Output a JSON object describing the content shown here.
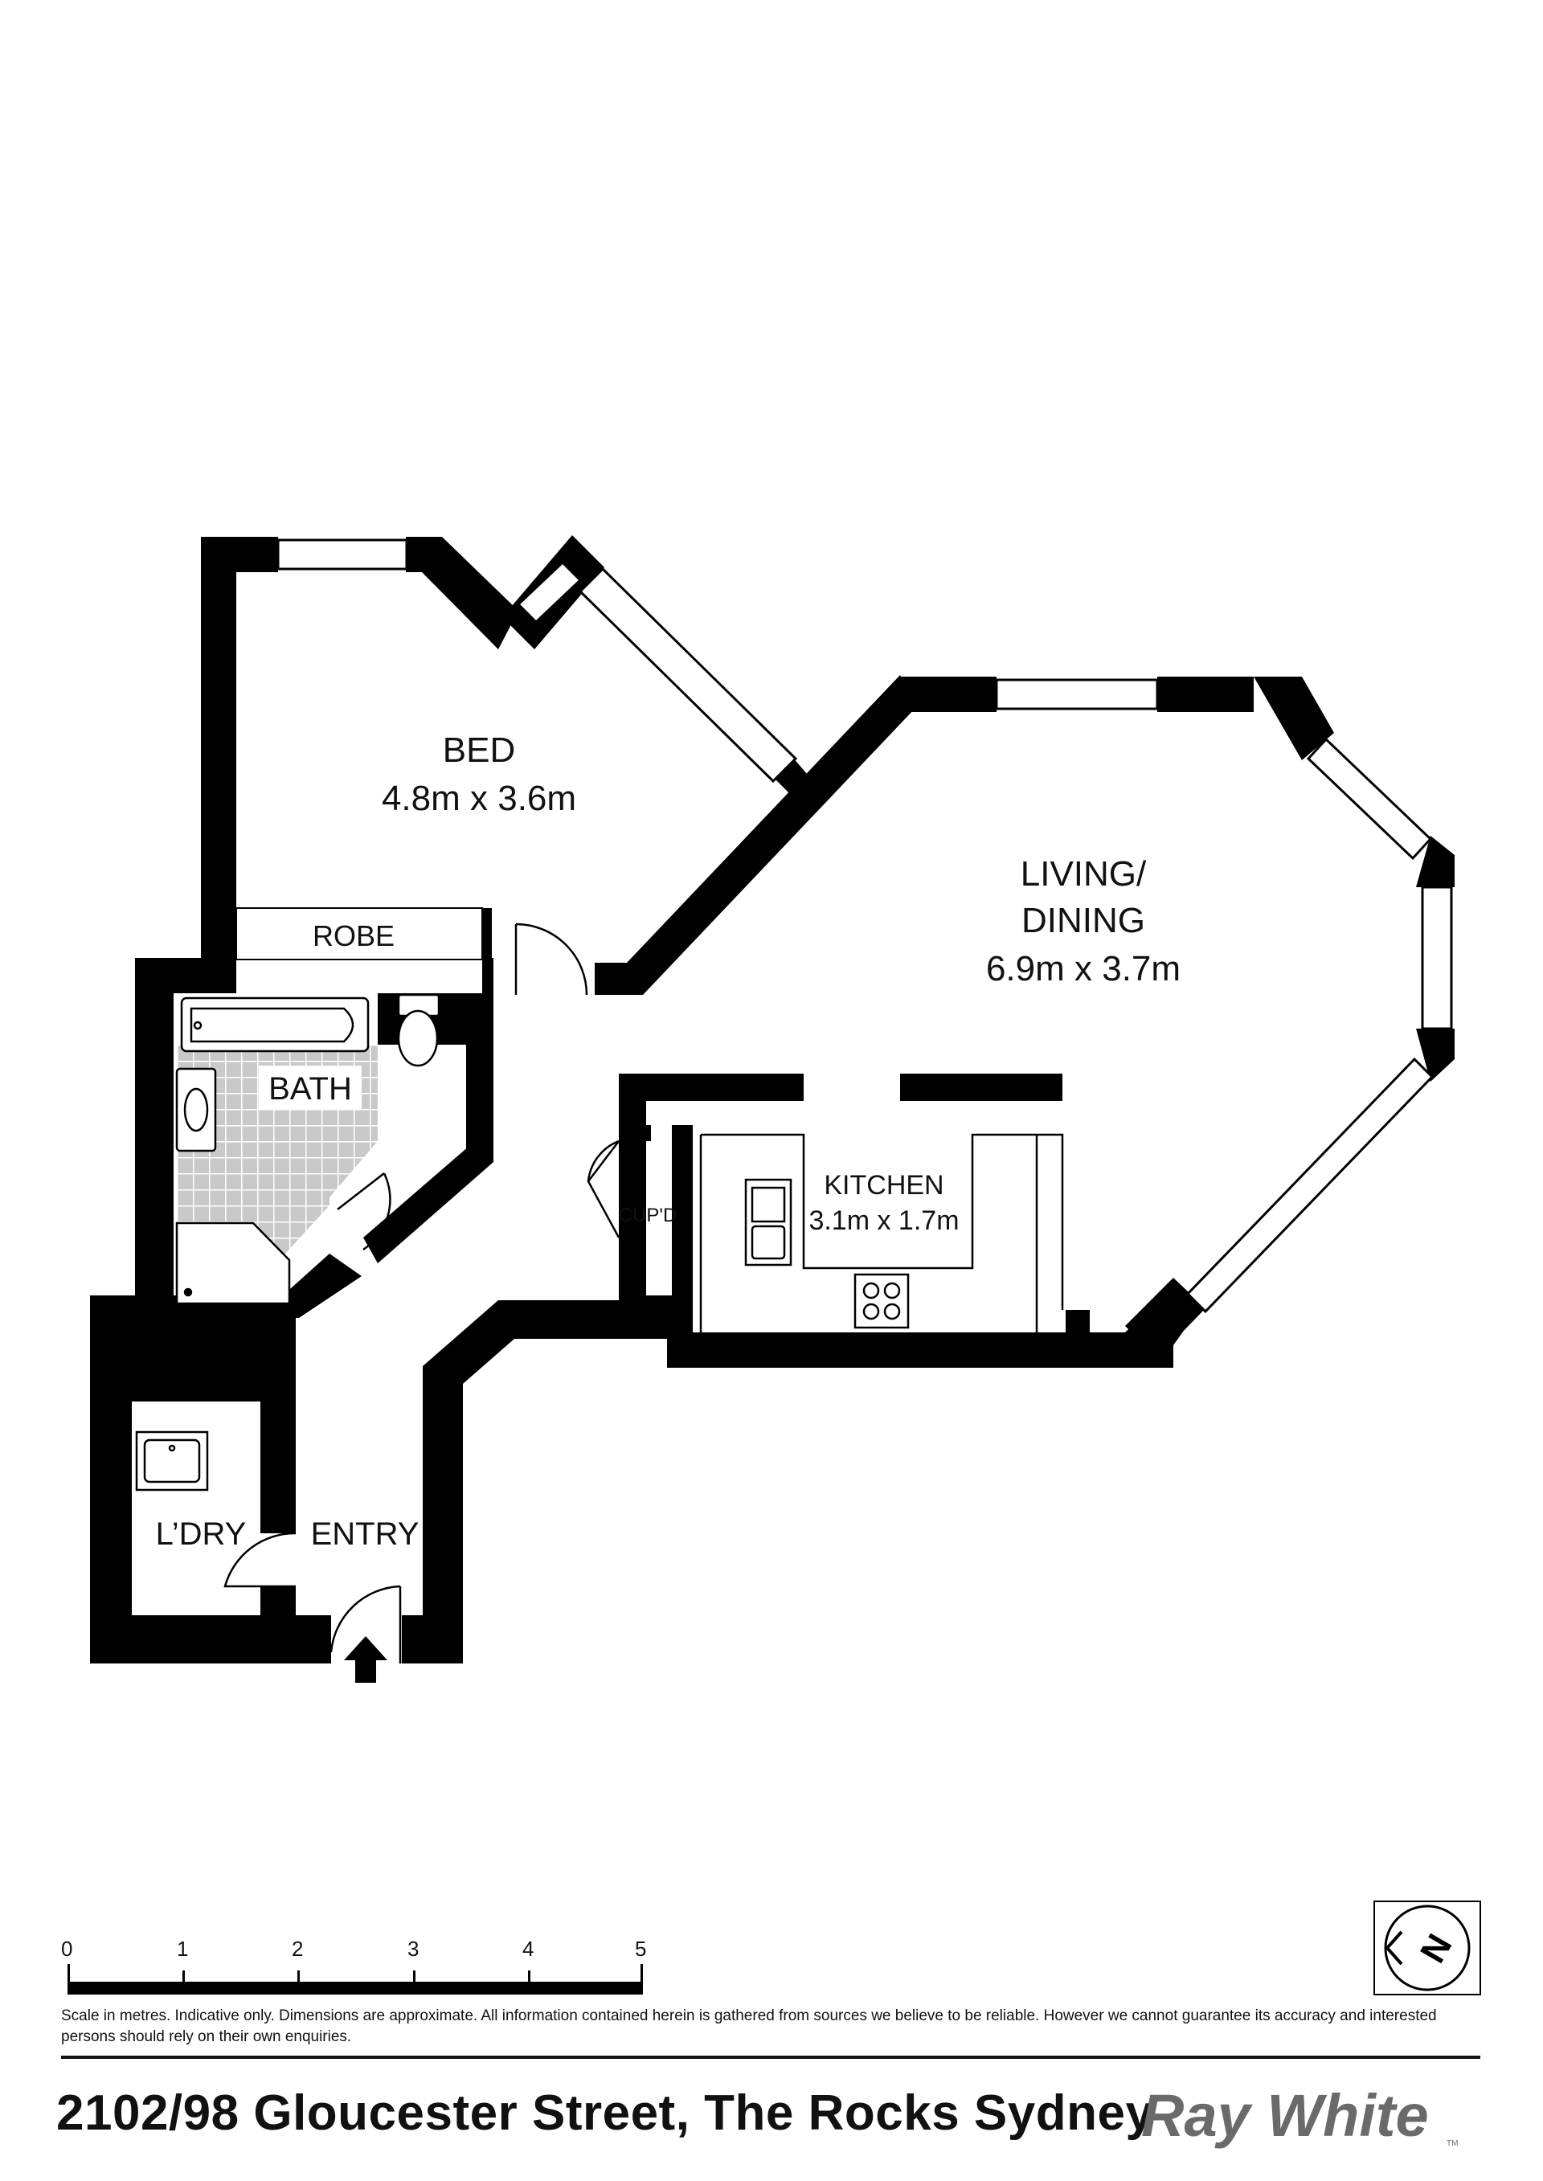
{
  "rooms": {
    "bed": {
      "name": "BED",
      "size": "4.8m x 3.6m"
    },
    "robe": {
      "name": "ROBE"
    },
    "living": {
      "name_line1": "LIVING/",
      "name_line2": "DINING",
      "size": "6.9m x 3.7m"
    },
    "bath": {
      "name": "BATH"
    },
    "kitchen": {
      "name": "KITCHEN",
      "size": "3.1m x 1.7m"
    },
    "cupd": {
      "name": "CUP'D"
    },
    "laundry": {
      "name": "L’DRY"
    },
    "entry": {
      "name": "ENTRY"
    }
  },
  "scale": {
    "ticks": [
      "0",
      "1",
      "2",
      "3",
      "4",
      "5"
    ]
  },
  "compass": {
    "letter": "N"
  },
  "disclaimer": "Scale in metres. Indicative only. Dimensions are approximate. All information contained herein is gathered from sources we believe to be reliable. However we cannot guarantee its accuracy and interested persons should rely on their own enquiries.",
  "footer": {
    "address": "2102/98 Gloucester Street, The Rocks Sydney",
    "brand": "Ray White",
    "brand_mark": "TM"
  },
  "colors": {
    "wall": "#000000",
    "tile": "#bdbdbd",
    "brand": "#6a6a6a"
  }
}
